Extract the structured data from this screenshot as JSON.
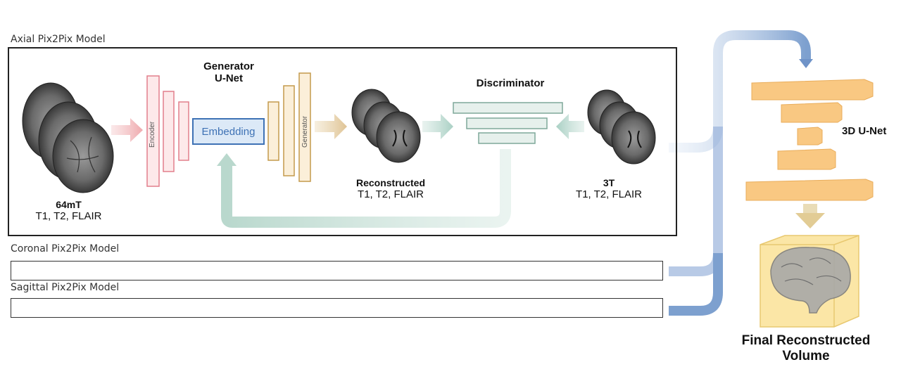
{
  "axial": {
    "title": "Axial Pix2Pix Model",
    "generator_title_line1": "Generator",
    "generator_title_line2": "U-Net",
    "encoder_label": "Encoder",
    "embedding_label": "Embedding",
    "generator_label": "Generator",
    "discriminator_label": "Discriminator",
    "input_label": "64mT",
    "input_sequences": "T1, T2, FLAIR",
    "recon_label": "Reconstructed",
    "recon_sequences": "T1, T2, FLAIR",
    "target_label": "3T",
    "target_sequences": "T1, T2, FLAIR"
  },
  "coronal": {
    "title": "Coronal Pix2Pix Model"
  },
  "sagittal": {
    "title": "Sagittal Pix2Pix Model"
  },
  "unet3d": {
    "label": "3D U-Net"
  },
  "output": {
    "line1": "Final Reconstructed",
    "line2": "Volume"
  },
  "colors": {
    "encoder": "#e7909c",
    "generator": "#c9a868",
    "discriminator": "#9ec4b8",
    "blue": "#6f93c8",
    "unet": "#f7c98d"
  }
}
